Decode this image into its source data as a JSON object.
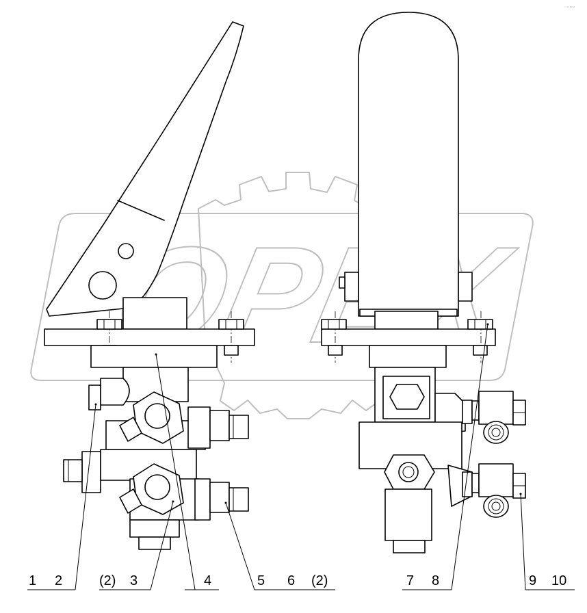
{
  "drawing": {
    "watermark_text": "OPEX",
    "corner_mark": "⁙⁙⁙",
    "labels": {
      "l1": "1",
      "l2": "2",
      "l2q_a": "(2)",
      "l3": "3",
      "l4": "4",
      "l5": "5",
      "l6": "6",
      "l2q_b": "(2)",
      "l7": "7",
      "l8": "8",
      "l9": "9",
      "l10": "10"
    }
  }
}
